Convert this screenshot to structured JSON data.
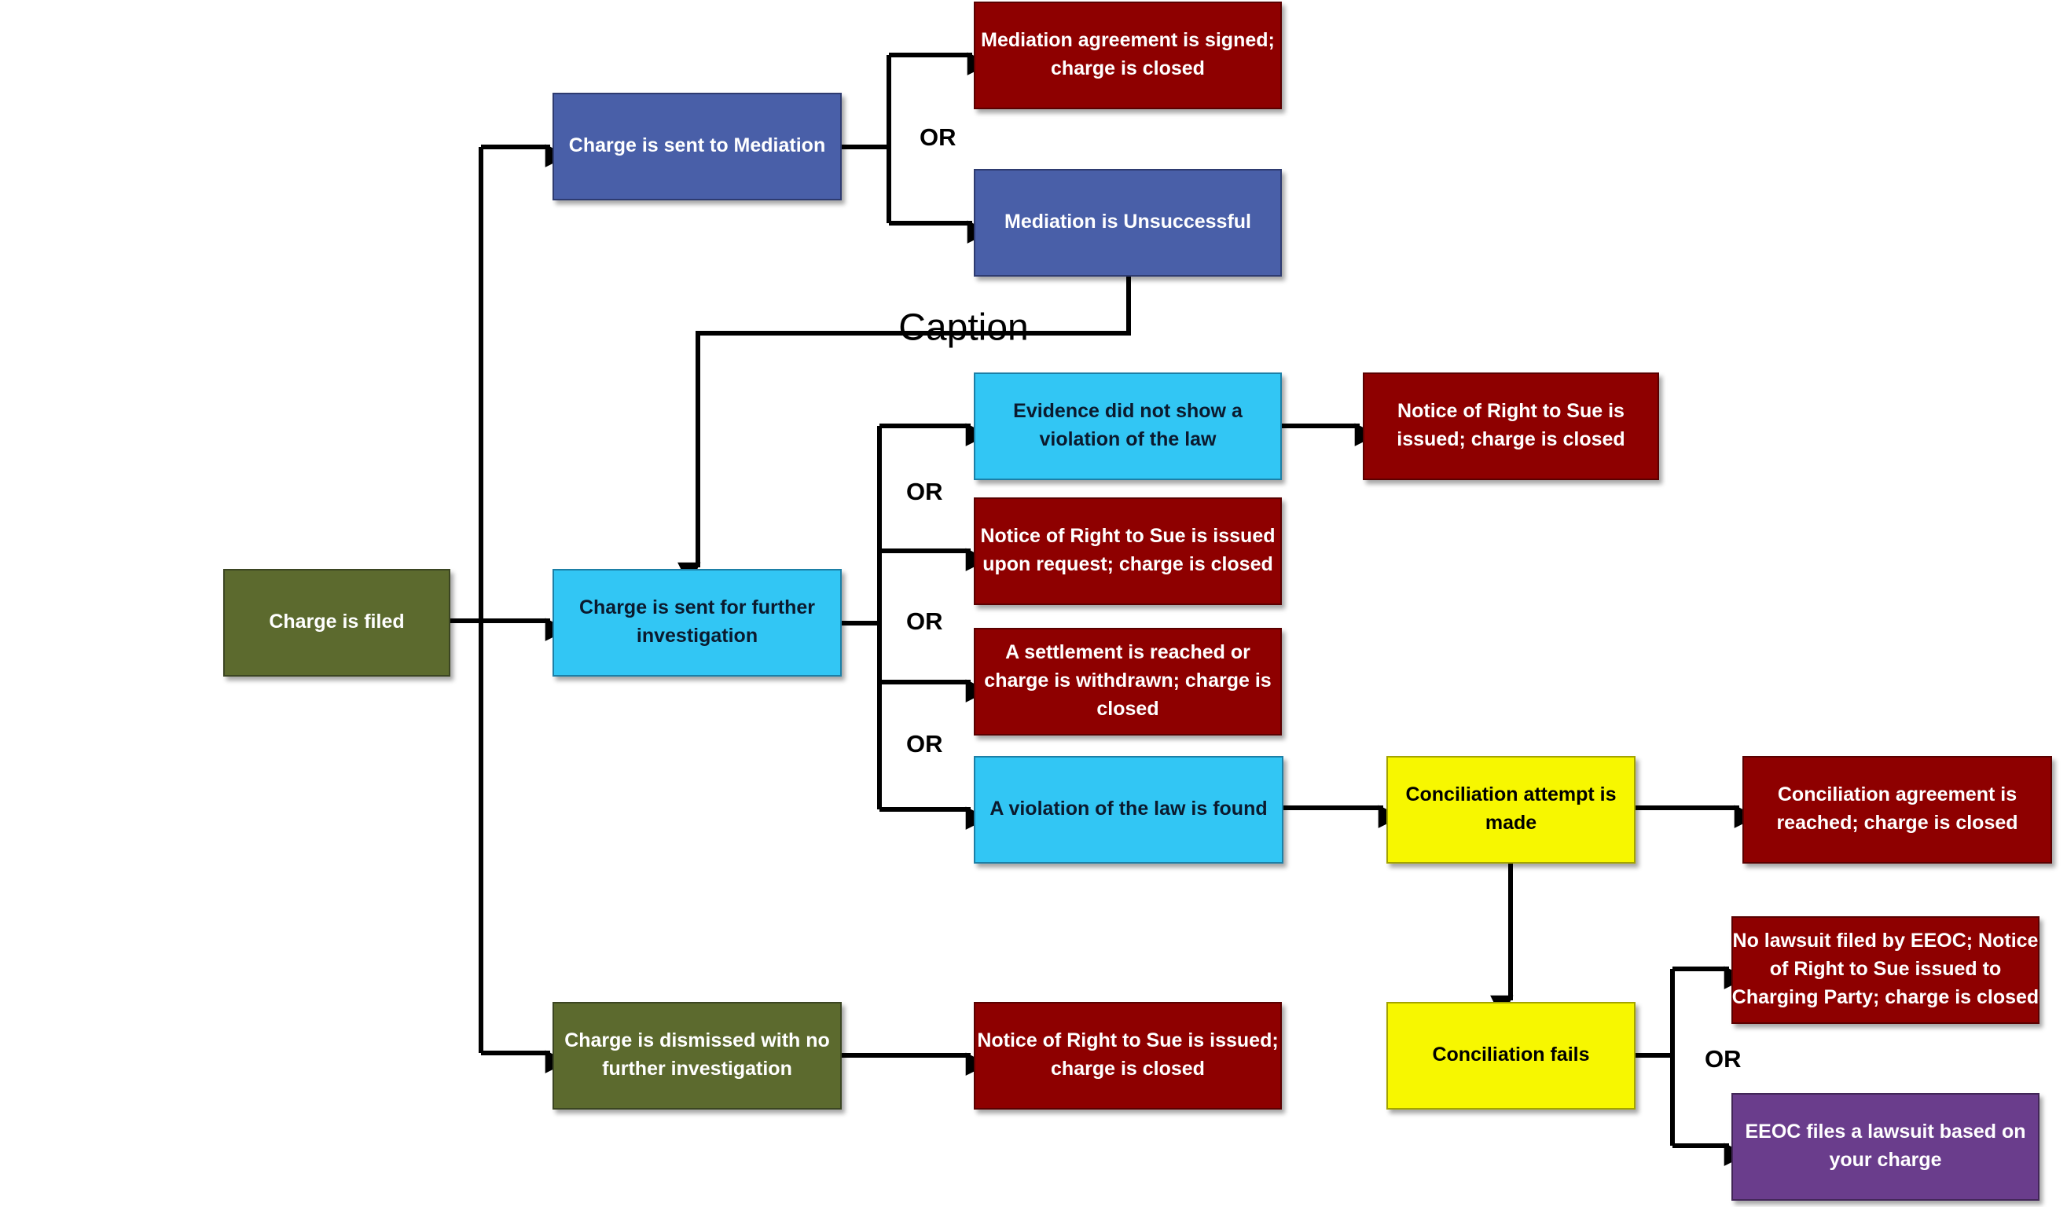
{
  "caption": "Caption",
  "or_label": "OR",
  "colors": {
    "olive": "#5c6b2e",
    "blue": "#4a5fa8",
    "light_blue": "#33c6f4",
    "dark_red": "#8e0000",
    "yellow": "#f7f700",
    "purple": "#6a3e8c",
    "connector": "#000000"
  },
  "nodes": [
    {
      "id": "charge-filed",
      "color": "olive",
      "lines": [
        "Charge is filed"
      ]
    },
    {
      "id": "sent-mediation",
      "color": "blue",
      "lines": [
        "Charge is sent to Mediation"
      ]
    },
    {
      "id": "mediation-signed",
      "color": "dark_red",
      "lines": [
        "Mediation agreement is signed;",
        "charge is closed"
      ]
    },
    {
      "id": "mediation-unsuccessful",
      "color": "blue",
      "lines": [
        "Mediation is Unsuccessful"
      ]
    },
    {
      "id": "sent-investigation",
      "color": "light_blue",
      "lines": [
        "Charge is sent for further",
        "investigation"
      ]
    },
    {
      "id": "no-violation",
      "color": "light_blue",
      "lines": [
        "Evidence did not show a",
        "violation of the law"
      ]
    },
    {
      "id": "right-to-sue-closed",
      "color": "dark_red",
      "lines": [
        "Notice of Right to Sue is",
        "issued; charge is closed"
      ]
    },
    {
      "id": "right-to-sue-request",
      "color": "dark_red",
      "lines": [
        "Notice of Right to Sue is issued",
        "upon request; charge is closed"
      ]
    },
    {
      "id": "settlement",
      "color": "dark_red",
      "lines": [
        "A settlement is reached or",
        "charge is withdrawn; charge is",
        "closed"
      ]
    },
    {
      "id": "violation-found",
      "color": "light_blue",
      "lines": [
        "A violation of the law is found"
      ]
    },
    {
      "id": "conciliation-attempt",
      "color": "yellow",
      "lines": [
        "Conciliation attempt is",
        "made"
      ]
    },
    {
      "id": "conciliation-agreement",
      "color": "dark_red",
      "lines": [
        "Conciliation agreement is",
        "reached; charge is closed"
      ]
    },
    {
      "id": "conciliation-fails",
      "color": "yellow",
      "lines": [
        "Conciliation fails"
      ]
    },
    {
      "id": "no-lawsuit",
      "color": "dark_red",
      "lines": [
        "No lawsuit filed by EEOC; Notice",
        "of Right to Sue issued to",
        "Charging Party; charge is closed"
      ]
    },
    {
      "id": "eeoc-lawsuit",
      "color": "purple",
      "lines": [
        "EEOC files a lawsuit based on",
        "your charge"
      ]
    },
    {
      "id": "dismissed",
      "color": "olive",
      "lines": [
        "Charge is dismissed with no",
        "further investigation"
      ]
    },
    {
      "id": "right-to-sue-dismissed",
      "color": "dark_red",
      "lines": [
        "Notice of Right to Sue is issued;",
        "charge is closed"
      ]
    }
  ]
}
